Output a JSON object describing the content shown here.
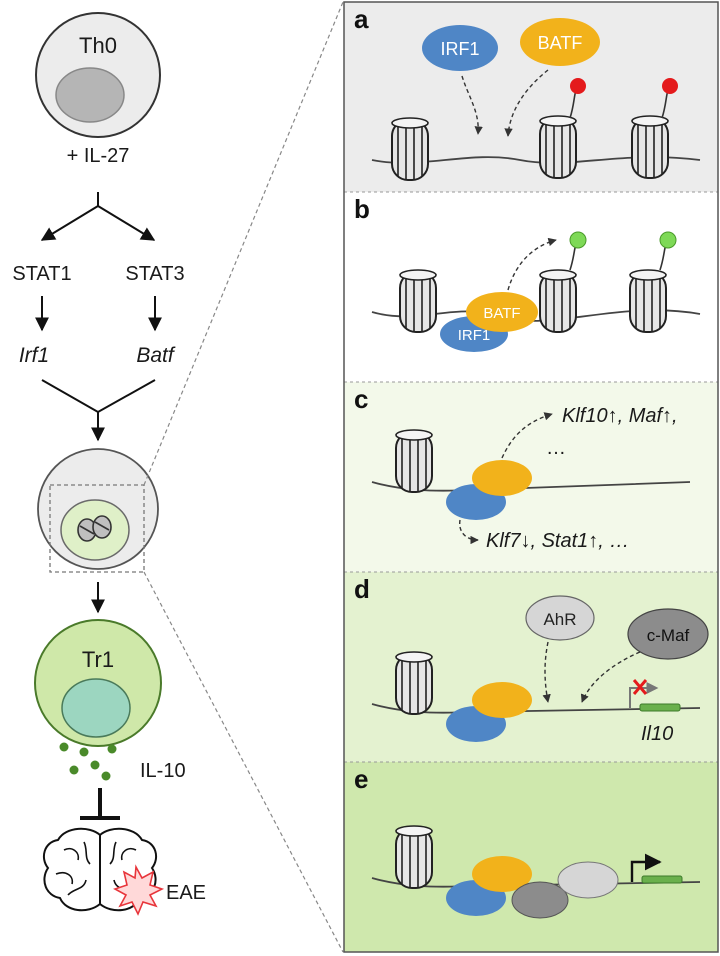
{
  "left": {
    "th0_label": "Th0",
    "stimulus": "+ IL-27",
    "stat1": "STAT1",
    "stat3": "STAT3",
    "irf1_gene": "Irf1",
    "batf_gene": "Batf",
    "tr1_label": "Tr1",
    "il10_label": "IL-10",
    "eae_label": "EAE"
  },
  "panels": {
    "a": {
      "letter": "a",
      "irf1": "IRF1",
      "batf": "BATF"
    },
    "b": {
      "letter": "b",
      "irf1": "IRF1",
      "batf": "BATF"
    },
    "c": {
      "letter": "c",
      "targets_up": "Klf10↑, Maf↑,",
      "ellipsis": "…",
      "targets_mixed": "Klf7↓, Stat1↑, …"
    },
    "d": {
      "letter": "d",
      "ahr": "AhR",
      "cmaf": "c-Maf",
      "gene": "Il10"
    },
    "e": {
      "letter": "e"
    }
  },
  "colors": {
    "irf1": "#4f86c6",
    "batf": "#f2b21b",
    "ahr": "#d6d6d6",
    "cmaf": "#8c8c8c",
    "mark_red": "#e41a1c",
    "mark_green": "#7ed957",
    "tr1_cell": "#cfe8a9",
    "il10_dot": "#4a8a2a",
    "gene_green": "#6ab04c",
    "eae_red": "#e8353b",
    "panel_a_bg": "#ececec",
    "panel_b_bg": "#ffffff",
    "panel_c_bg": "#f3f9ea",
    "panel_d_bg": "#e4f2d0",
    "panel_e_bg": "#cfe8ad"
  },
  "icons": [
    "nucleosome-icon",
    "brain-icon",
    "promoter-arrow-icon",
    "block-x-icon",
    "inhibition-bar-icon"
  ]
}
